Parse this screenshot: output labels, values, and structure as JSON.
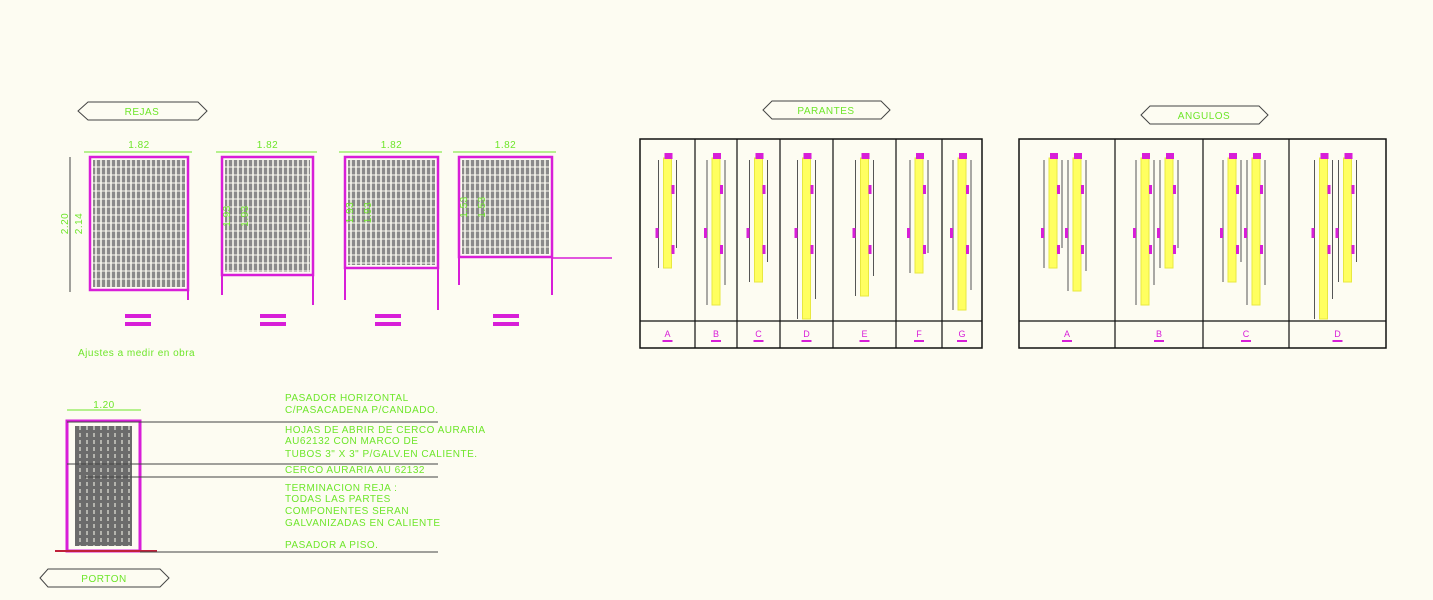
{
  "colors": {
    "background": "#fdfcf2",
    "text": "#6ee62a",
    "frame": "#d81ed8",
    "post": "#ffff40",
    "line": "#333333",
    "grid": "#777777"
  },
  "rejas": {
    "tag": "REJAS",
    "gates": [
      {
        "width": "1.82",
        "heights": [
          "2.20",
          "2.14"
        ]
      },
      {
        "width": "1.82",
        "heights": [
          "1.93",
          "1.93"
        ]
      },
      {
        "width": "1.82",
        "heights": [
          "1.93",
          "1.93"
        ]
      },
      {
        "width": "1.82",
        "heights": [
          "1.53",
          "1.53"
        ]
      }
    ],
    "note": "Ajustes a medir en obra"
  },
  "parantes": {
    "tag": "PARANTES",
    "columns": [
      "A",
      "B",
      "C",
      "D",
      "E",
      "F",
      "G"
    ]
  },
  "angulos": {
    "tag": "ANGULOS",
    "columns": [
      "A",
      "B",
      "C",
      "D"
    ]
  },
  "porton": {
    "tag": "PORTON",
    "width": "1.20",
    "notes": [
      "PASADOR HORIZONTAL",
      "C/PASACADENA P/CANDADO.",
      "HOJAS DE ABRIR DE CERCO AURARIA",
      "AU62132 CON MARCO DE",
      "TUBOS 3\" X 3\" P/GALV.EN CALIENTE.",
      "CERCO AURARIA AU 62132",
      "TERMINACION REJA :",
      "TODAS LAS PARTES",
      "COMPONENTES SERAN",
      "GALVANIZADAS EN CALIENTE",
      "PASADOR A PISO."
    ]
  }
}
